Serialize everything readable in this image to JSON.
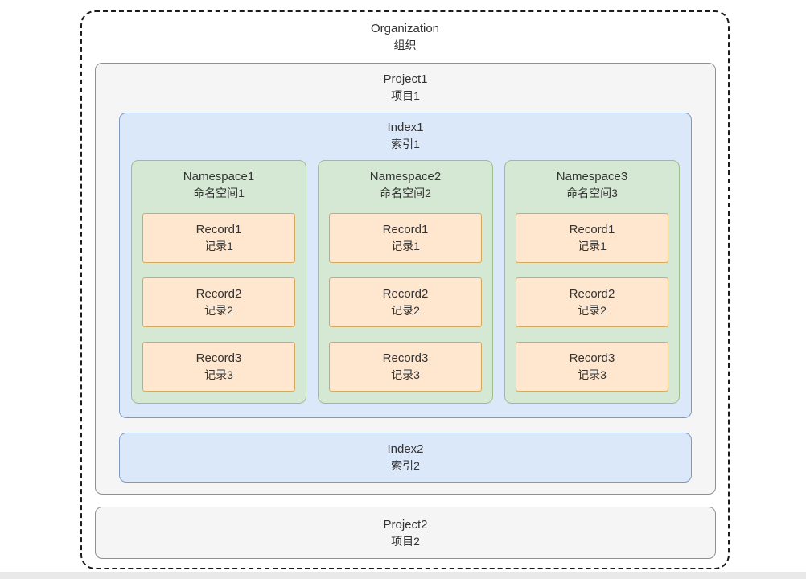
{
  "palette": {
    "organization_border": "#1c1c1c",
    "project_fill": "#f5f5f5",
    "project_border": "#909090",
    "index_fill": "#dbe8f9",
    "index_border": "#7d99c1",
    "namespace_fill": "#d5e8d4",
    "namespace_border": "#9cbd90",
    "record_fill": "#ffe7cf",
    "record_border": "#d4a95c",
    "text": "#333333"
  },
  "organization": {
    "name": "Organization",
    "name_zh": "组织",
    "projects": [
      {
        "name": "Project1",
        "name_zh": "项目1",
        "indexes": [
          {
            "name": "Index1",
            "name_zh": "索引1",
            "namespaces": [
              {
                "name": "Namespace1",
                "name_zh": "命名空间1",
                "records": [
                  {
                    "name": "Record1",
                    "name_zh": "记录1"
                  },
                  {
                    "name": "Record2",
                    "name_zh": "记录2"
                  },
                  {
                    "name": "Record3",
                    "name_zh": "记录3"
                  }
                ]
              },
              {
                "name": "Namespace2",
                "name_zh": "命名空间2",
                "records": [
                  {
                    "name": "Record1",
                    "name_zh": "记录1"
                  },
                  {
                    "name": "Record2",
                    "name_zh": "记录2"
                  },
                  {
                    "name": "Record3",
                    "name_zh": "记录3"
                  }
                ]
              },
              {
                "name": "Namespace3",
                "name_zh": "命名空间3",
                "records": [
                  {
                    "name": "Record1",
                    "name_zh": "记录1"
                  },
                  {
                    "name": "Record2",
                    "name_zh": "记录2"
                  },
                  {
                    "name": "Record3",
                    "name_zh": "记录3"
                  }
                ]
              }
            ]
          },
          {
            "name": "Index2",
            "name_zh": "索引2"
          }
        ]
      },
      {
        "name": "Project2",
        "name_zh": "项目2"
      }
    ]
  }
}
